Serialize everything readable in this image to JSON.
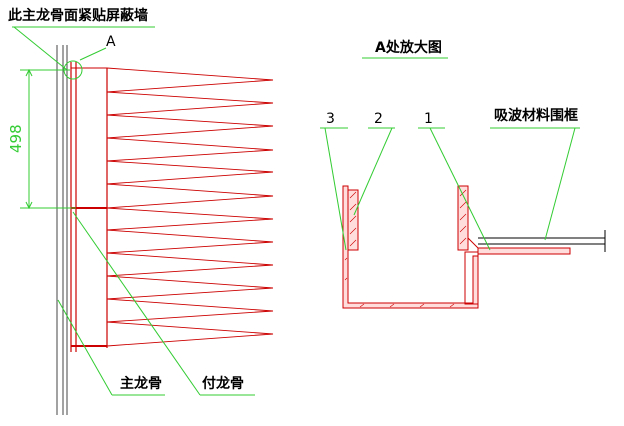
{
  "labels": {
    "top_note": "此主龙骨面紧贴屏蔽墙",
    "marker_a": "A",
    "detail_title": "A处放大图",
    "dimension": "498",
    "num_3": "3",
    "num_2": "2",
    "num_1": "1",
    "absorb_frame": "吸波材料围框",
    "main_keel": "主龙骨",
    "sub_keel": "付龙骨"
  },
  "colors": {
    "red": "#cc0000",
    "green": "#33cc33",
    "black": "#000000",
    "hatch_fill": "#ffdddd"
  }
}
